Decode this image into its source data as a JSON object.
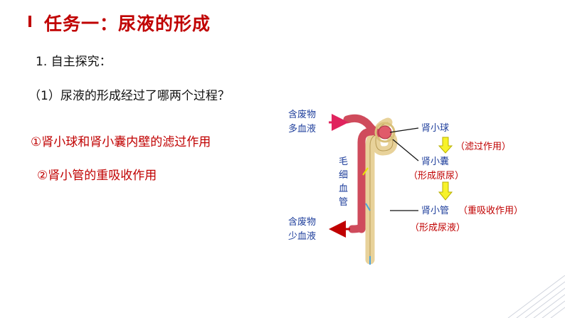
{
  "colors": {
    "accent": "#c00000",
    "label_blue": "#1f3f9c",
    "dark": "#111111"
  },
  "title": "任务一：尿液的形成",
  "section": {
    "heading": "1.  自主探究："
  },
  "question": "（1）尿液的形成经过了哪两个过程？",
  "answers": [
    "①肾小球和肾小囊内壁的滤过作用",
    "②肾小管的重吸收作用"
  ],
  "diagram": {
    "inflow": "含废物\n多血液",
    "outflow": "含废物\n少血液",
    "capillary": "毛细血管",
    "glomerulus": "肾小球",
    "filtration": "（滤过作用）",
    "capsule": "肾小囊",
    "primary_urine": "（形成原尿）",
    "tubule": "肾小管",
    "reabsorption": "（重吸收作用）",
    "final_urine": "（形成尿液）"
  }
}
